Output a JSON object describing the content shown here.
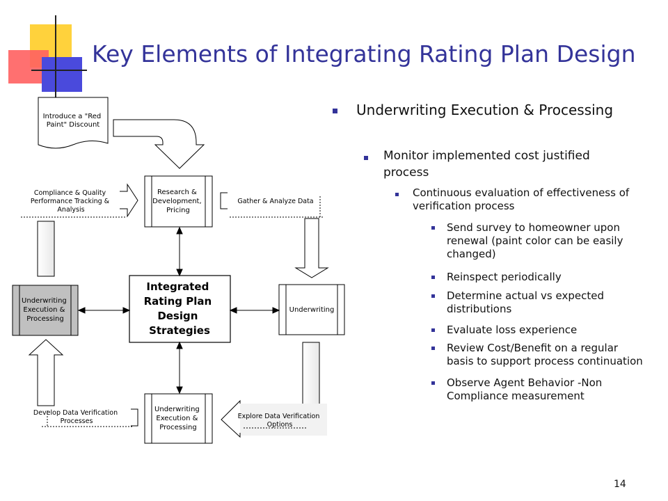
{
  "title": "Key Elements of Integrating Rating Plan Design",
  "page_number": "14",
  "bullets": {
    "l1": "Underwriting Execution & Processing",
    "l2": [
      "Monitor implemented cost justified",
      "process"
    ],
    "l3": [
      "Continuous evaluation of effectiveness of",
      "verification process"
    ],
    "l4": [
      [
        "Send survey to homeowner upon",
        "renewal (paint color can be easily",
        "changed)"
      ],
      [
        "Reinspect periodically"
      ],
      [
        "Determine actual vs expected",
        "distributions"
      ],
      [
        "Evaluate loss experience"
      ],
      [
        "Review Cost/Benefit on a regular",
        "basis to support process continuation"
      ],
      [
        "Observe Agent Behavior -Non",
        "Compliance measurement"
      ]
    ]
  },
  "diagram": {
    "red_paint": [
      "Introduce a \"Red",
      "Paint\" Discount"
    ],
    "research": [
      "Research &",
      "Development,",
      "Pricing"
    ],
    "center": [
      "Integrated",
      "Rating Plan",
      "Design",
      "Strategies"
    ],
    "underwriting": "Underwriting",
    "uw_exec_left": [
      "Underwriting",
      "Execution &",
      "Processing"
    ],
    "uw_exec_bottom": [
      "Underwriting",
      "Execution &",
      "Processing"
    ],
    "compliance": [
      "Compliance & Quality",
      "Performance Tracking &",
      "Analysis"
    ],
    "gather": "Gather & Analyze Data",
    "develop": [
      "Develop Data Verification",
      "Processes"
    ],
    "explore": [
      "Explore Data Verification",
      "Options"
    ]
  }
}
